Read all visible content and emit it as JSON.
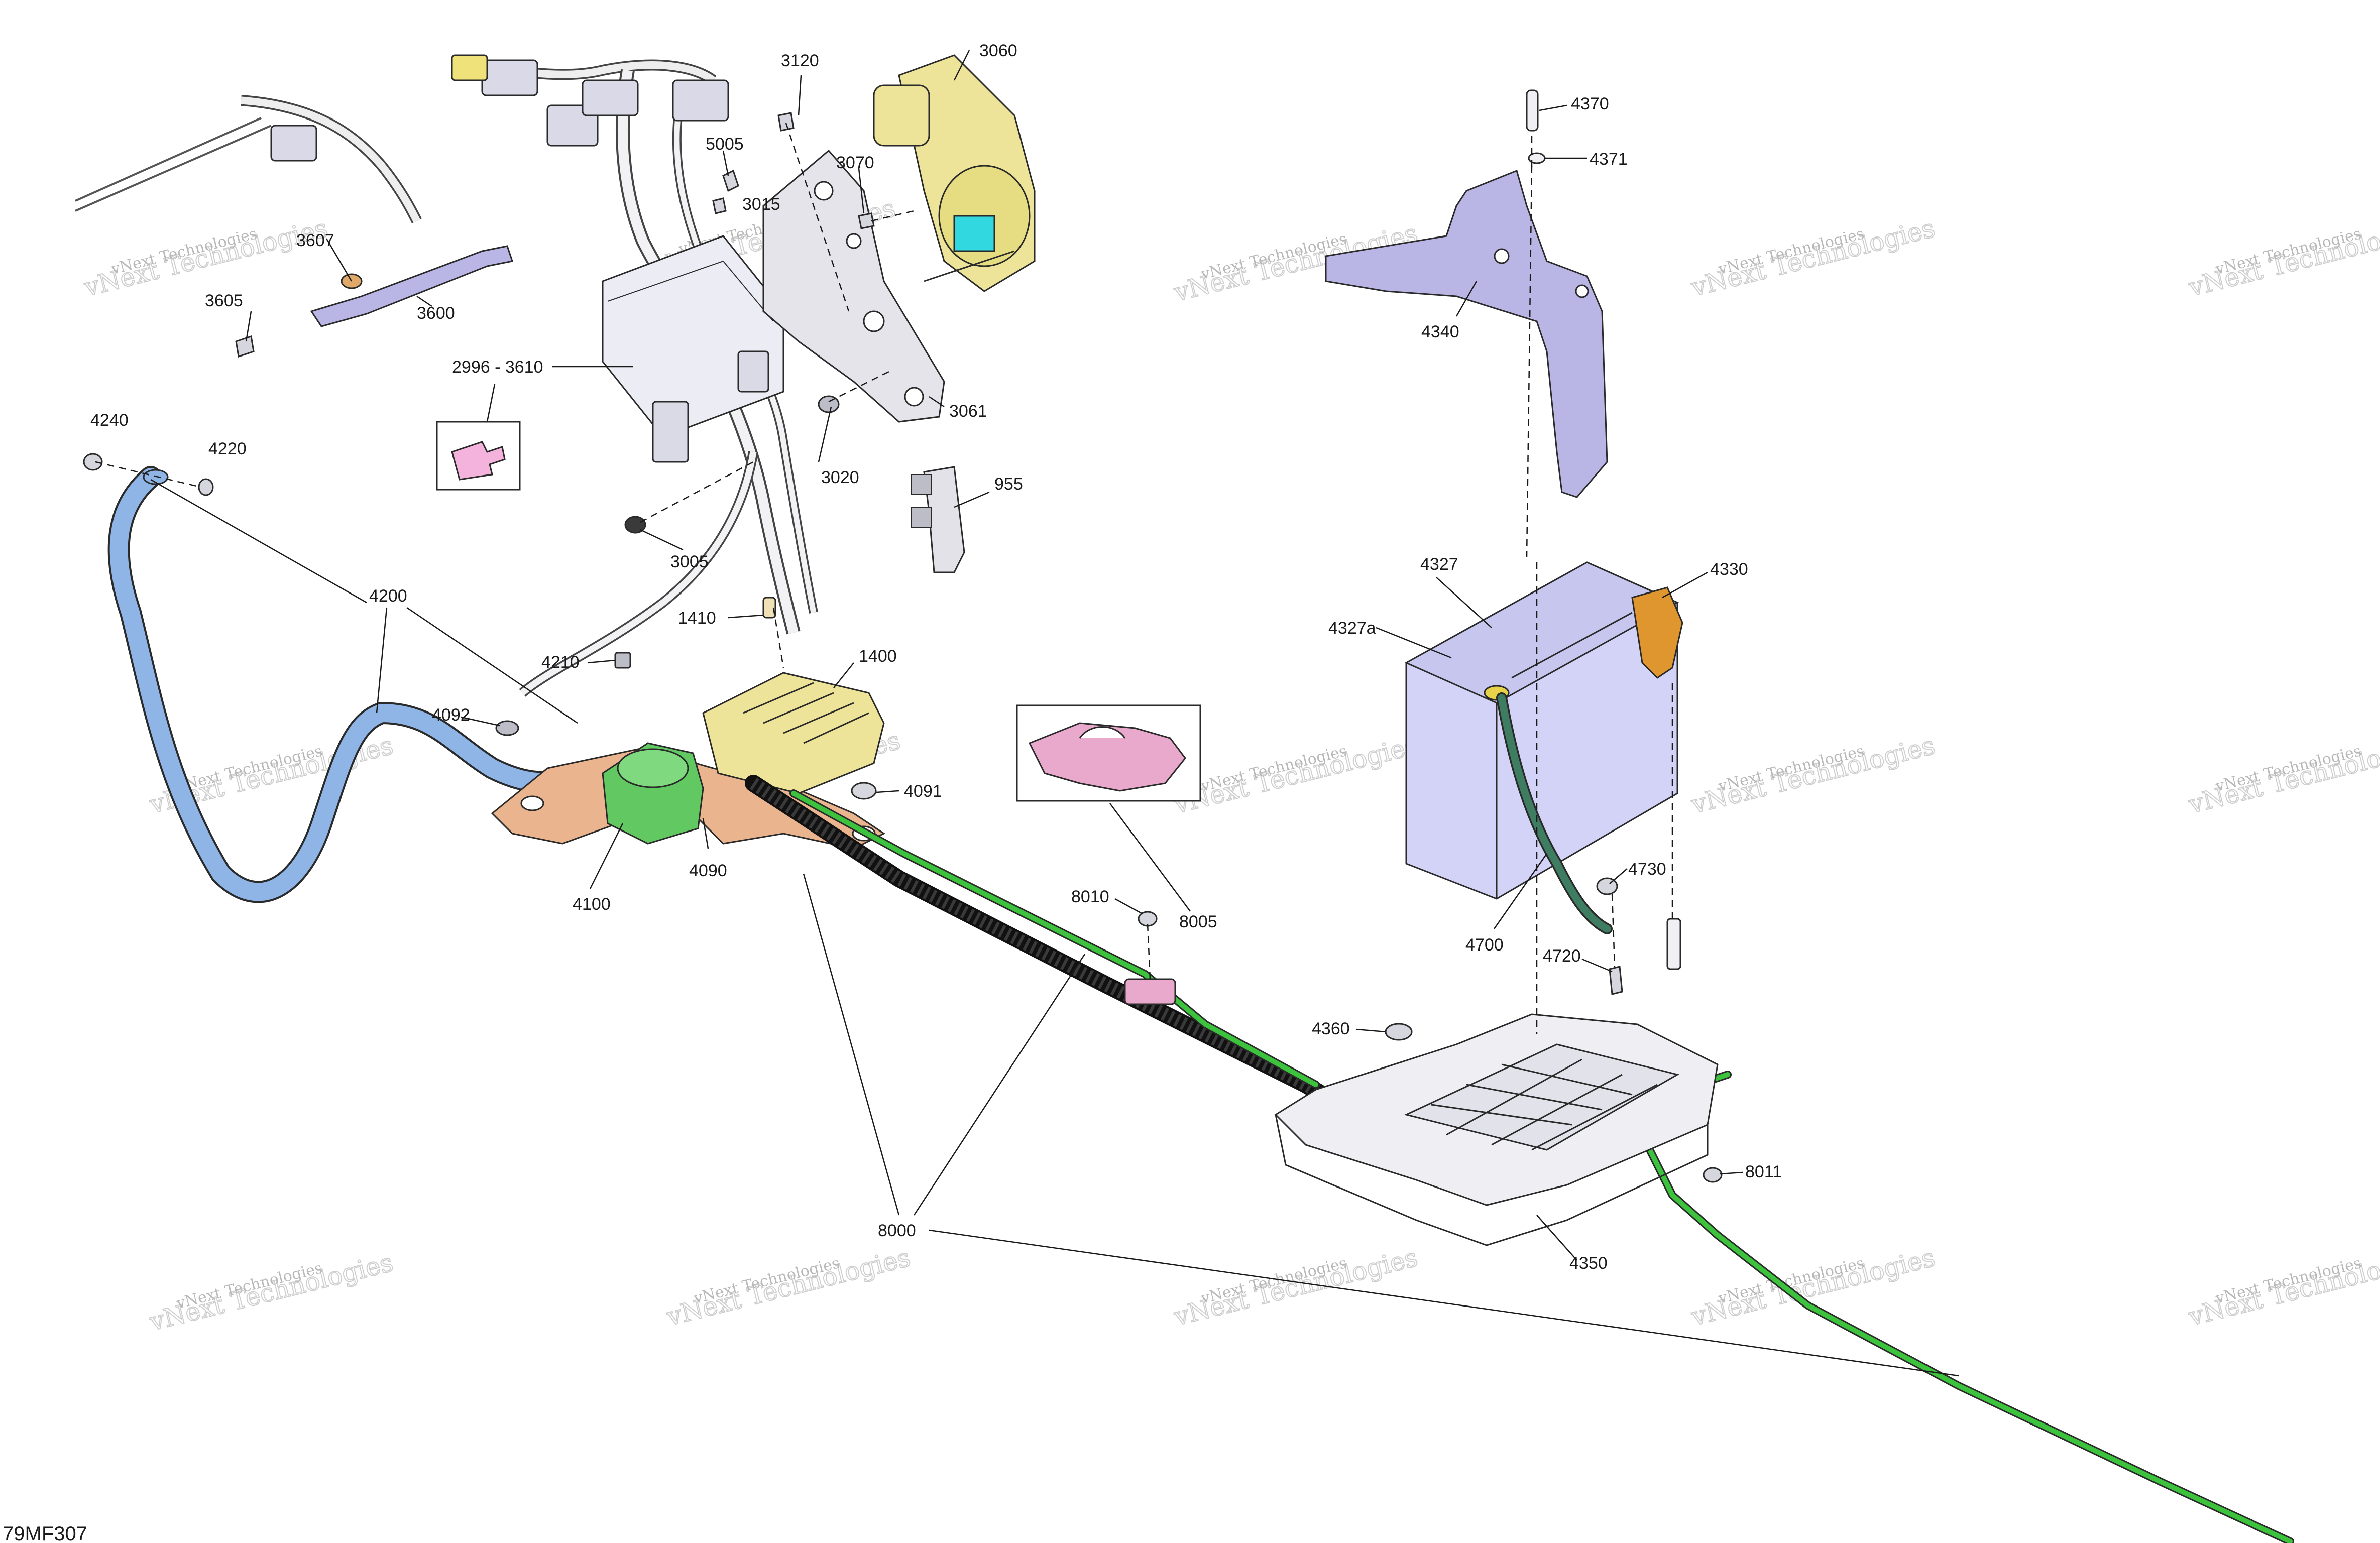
{
  "diagram": {
    "code": "79MF307",
    "watermark": {
      "line1": "vNext Technologies",
      "line2": "vNext Technologies"
    },
    "callouts": {
      "c3120": "3120",
      "c3060": "3060",
      "c5005": "5005",
      "c3015": "3015",
      "c3070": "3070",
      "c3607": "3607",
      "c3605": "3605",
      "c3600": "3600",
      "c2996": "2996 - 3610",
      "c3061": "3061",
      "c4240": "4240",
      "c4220": "4220",
      "c3020": "3020",
      "c955": "955",
      "c3005": "3005",
      "c4200": "4200",
      "c1410": "1410",
      "c4210": "4210",
      "c1400": "1400",
      "c4092": "4092",
      "c4091": "4091",
      "c4090": "4090",
      "c4100": "4100",
      "c8010": "8010",
      "c8005": "8005",
      "c8000": "8000",
      "c4370": "4370",
      "c4371": "4371",
      "c4340": "4340",
      "c4327": "4327",
      "c4330": "4330",
      "c4327a": "4327a",
      "c4730": "4730",
      "c4700": "4700",
      "c4720": "4720",
      "c4360": "4360",
      "c8011": "8011",
      "c4350": "4350"
    },
    "colors": {
      "harness_green": "#3cc23c",
      "battery_cable_blue": "#8fb4e6",
      "regulator_yellow": "#ede49a",
      "base_orange": "#e9b48e",
      "bracket_purple": "#b9b6e6",
      "battery_lavender": "#d3d3f7",
      "terminal_cover_orange": "#e0962e",
      "ground_cable_teal": "#3f7d62",
      "fastener_pink": "#f3b3dc",
      "clip_pink": "#e9a9cc",
      "fuse_green": "#62c962",
      "actuator_cyan": "#32d8e0"
    }
  }
}
